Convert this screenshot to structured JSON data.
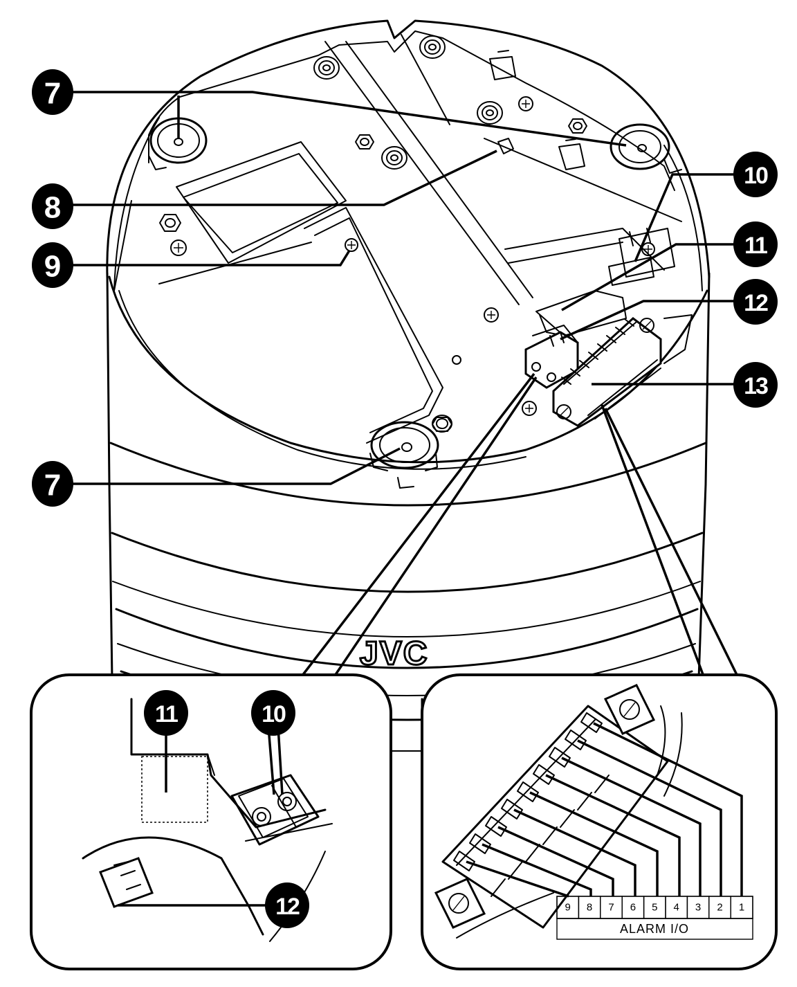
{
  "brand_logo": "JVC",
  "callouts": [
    "7",
    "8",
    "9",
    "10",
    "11",
    "12",
    "13"
  ],
  "terminal": {
    "label": "ALARM I/O",
    "pins": [
      "9",
      "8",
      "7",
      "6",
      "5",
      "4",
      "3",
      "2",
      "1"
    ]
  }
}
